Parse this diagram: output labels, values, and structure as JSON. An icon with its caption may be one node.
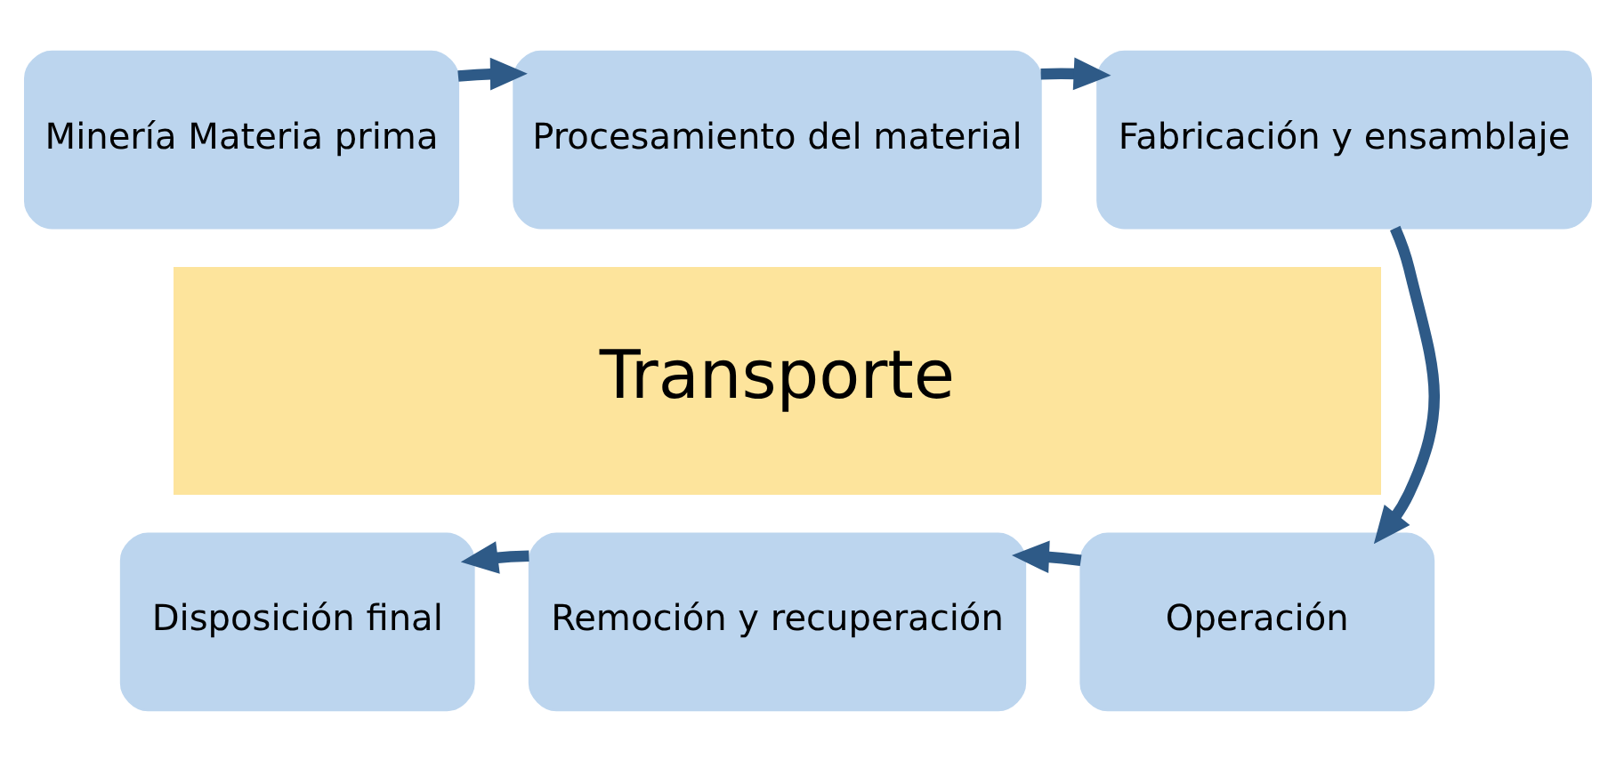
{
  "diagram": {
    "nodes": [
      {
        "text": [
          "Minería Materia prima"
        ]
      },
      {
        "text": [
          "Procesamiento del material"
        ]
      },
      {
        "text": [
          "Fabricación y ensamblaje"
        ]
      },
      {
        "text": [
          "Transporte"
        ]
      },
      {
        "text": [
          "Disposición final"
        ]
      },
      {
        "text": [
          "Remoción y recuperación"
        ]
      },
      {
        "text": [
          "Operación"
        ]
      }
    ],
    "edges": [
      {
        "from": 0,
        "to": 1,
        "arrow": "to"
      },
      {
        "from": 1,
        "to": 2,
        "arrow": "to"
      },
      {
        "from": 2,
        "to": 6,
        "arrow": "to"
      },
      {
        "from": 6,
        "to": 5,
        "arrow": "to"
      },
      {
        "from": 5,
        "to": 4,
        "arrow": "to"
      }
    ]
  }
}
